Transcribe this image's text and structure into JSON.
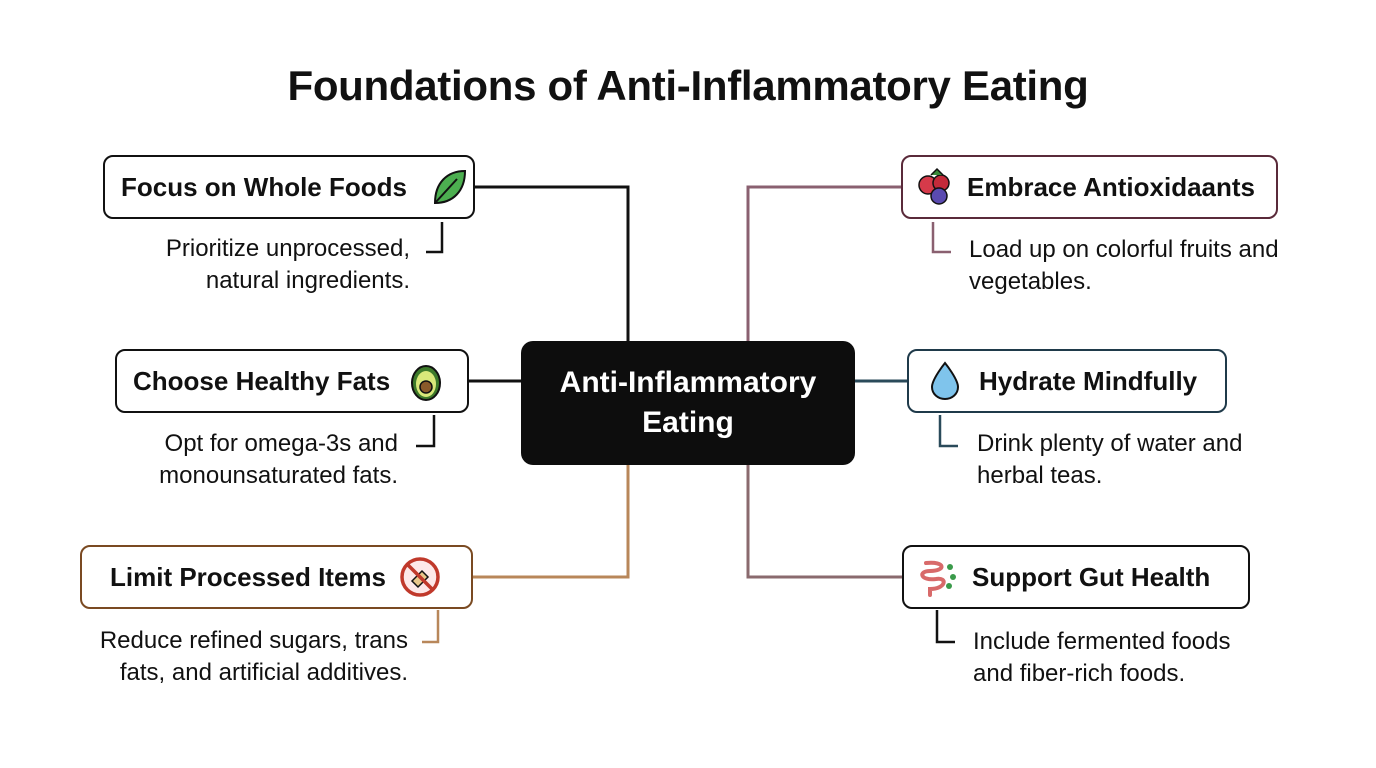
{
  "title": "Foundations of Anti-Inflammatory Eating",
  "center": {
    "label": "Anti-Inflammatory Eating"
  },
  "branches": [
    {
      "id": "whole-foods",
      "label": "Focus on Whole Foods",
      "icon": "leaf-icon",
      "color": "#111111",
      "desc": [
        "Prioritize unprocessed,",
        "natural ingredients."
      ]
    },
    {
      "id": "healthy-fats",
      "label": "Choose Healthy Fats",
      "icon": "avocado-icon",
      "color": "#111111",
      "desc": [
        "Opt for omega-3s and",
        "monounsaturated fats."
      ]
    },
    {
      "id": "processed",
      "label": "Limit Processed Items",
      "icon": "no-processed-food-icon",
      "color": "#7a4a22",
      "desc": [
        "Reduce refined sugars, trans",
        "fats, and artificial additives."
      ]
    },
    {
      "id": "antioxidants",
      "label": "Embrace Antioxidaants",
      "icon": "berries-icon",
      "color": "#5a2a3a",
      "desc": [
        "Load up on colorful fruits and",
        "vegetables."
      ]
    },
    {
      "id": "hydrate",
      "label": "Hydrate Mindfully",
      "icon": "water-drop-icon",
      "color": "#1f3a4a",
      "desc": [
        "Drink plenty of water and",
        "herbal teas."
      ]
    },
    {
      "id": "gut",
      "label": "Support Gut Health",
      "icon": "gut-icon",
      "color": "#111111",
      "desc": [
        "Include fermented foods",
        "and fiber-rich foods."
      ]
    }
  ],
  "line_colors": {
    "whole-foods": "#111111",
    "healthy-fats": "#111111",
    "processed": "#b8875a",
    "antioxidants": "#8a6070",
    "hydrate": "#2a4a5a",
    "gut": "#8a6a6e"
  }
}
